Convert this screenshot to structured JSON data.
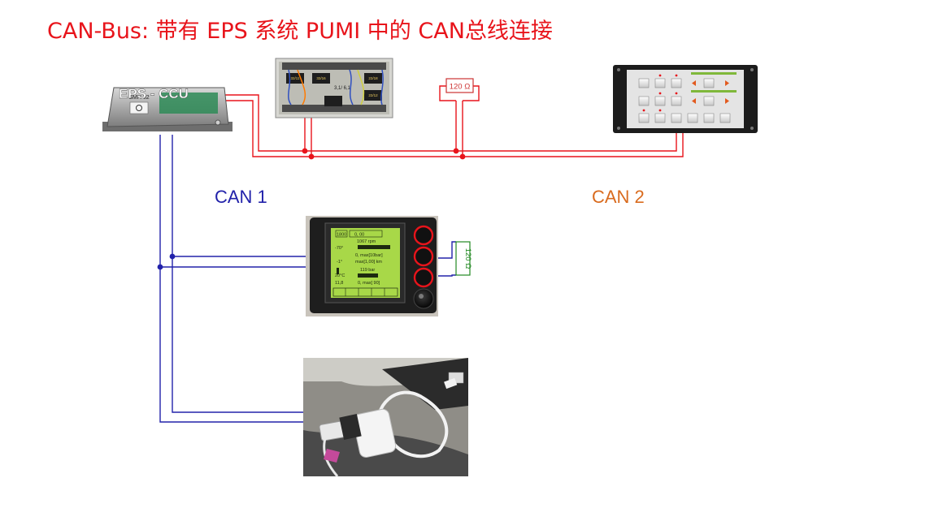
{
  "title": "CAN-Bus: 带有 EPS 系统 PUMI 中的 CAN总线连接",
  "ecu": {
    "label": "EPS - CCU",
    "sticker": "SMH 02"
  },
  "io_board": {
    "chip_labels": [
      "32/11",
      "32/16",
      "3,1/ 6,1",
      "22/18",
      "22/12"
    ]
  },
  "terminators": [
    {
      "label": "120 Ω"
    },
    {
      "label": "120 Ω"
    }
  ],
  "bus_labels": {
    "can1": "CAN 1",
    "can2": "CAN 2"
  },
  "display": {
    "values": [
      "1800",
      "0, 00",
      "1067 rpm",
      "-70°",
      "-1°",
      "0, max[10bar]",
      "max[1,00] km",
      "119 bar",
      "20°C",
      "11,8",
      "0, max[ 90]"
    ]
  },
  "colors": {
    "title": "#e8141b",
    "can1": "#2222aa",
    "can2": "#e8141b",
    "can2_label": "#d96b1e",
    "terminator_red": "#cc3333",
    "terminator_green": "#228822",
    "lcd": "#a8d848"
  },
  "icons": [
    "keypad-arrow-left-icon",
    "keypad-arrow-right-icon",
    "encoder-knob-icon",
    "usb-plug-icon",
    "usb-cable-icon"
  ]
}
